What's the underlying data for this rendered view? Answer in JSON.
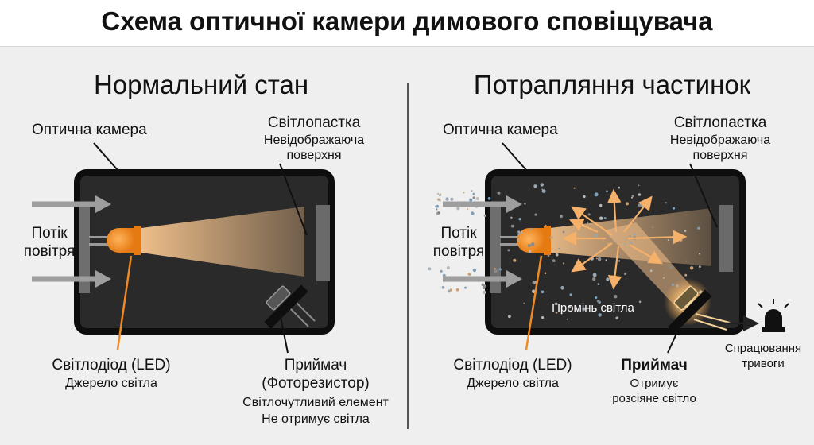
{
  "title": "Схема оптичної камери димового сповіщувача",
  "left": {
    "heading": "Нормальний стан",
    "chamber_label": "Оптична камера",
    "trap_label": "Світлопастка",
    "trap_sub1": "Невідображаюча",
    "trap_sub2": "поверхня",
    "airflow_1": "Потік",
    "airflow_2": "повітря",
    "led_label": "Світлодіод (LED)",
    "led_sub": "Джерело світла",
    "receiver_label": "Приймач",
    "receiver_sub": "(Фоторезистор)",
    "receiver_note1": "Світлочутливий елемент",
    "receiver_note2": "Не отримує світла"
  },
  "right": {
    "heading": "Потрапляння частинок",
    "chamber_label": "Оптична камера",
    "trap_label": "Світлопастка",
    "trap_sub1": "Невідображаюча",
    "trap_sub2": "поверхня",
    "airflow_1": "Потік",
    "airflow_2": "повітря",
    "beam_label": "Промінь світла",
    "led_label": "Світлодіод (LED)",
    "led_sub": "Джерело світла",
    "receiver_label": "Приймач",
    "receiver_sub1": "Отримує",
    "receiver_sub2": "розсіяне світло",
    "alarm_label1": "Спрацювання",
    "alarm_label2": "тривоги"
  },
  "colors": {
    "chamber": "#2a2a2a",
    "led": "#f08a24",
    "beam": "#f3c08a",
    "arrow": "#f5b06a",
    "callout_line": "#f08a24"
  },
  "icons": {
    "alarm": "siren-icon",
    "airflow": "arrow-right-icon",
    "scatter": "arrow-icon"
  }
}
